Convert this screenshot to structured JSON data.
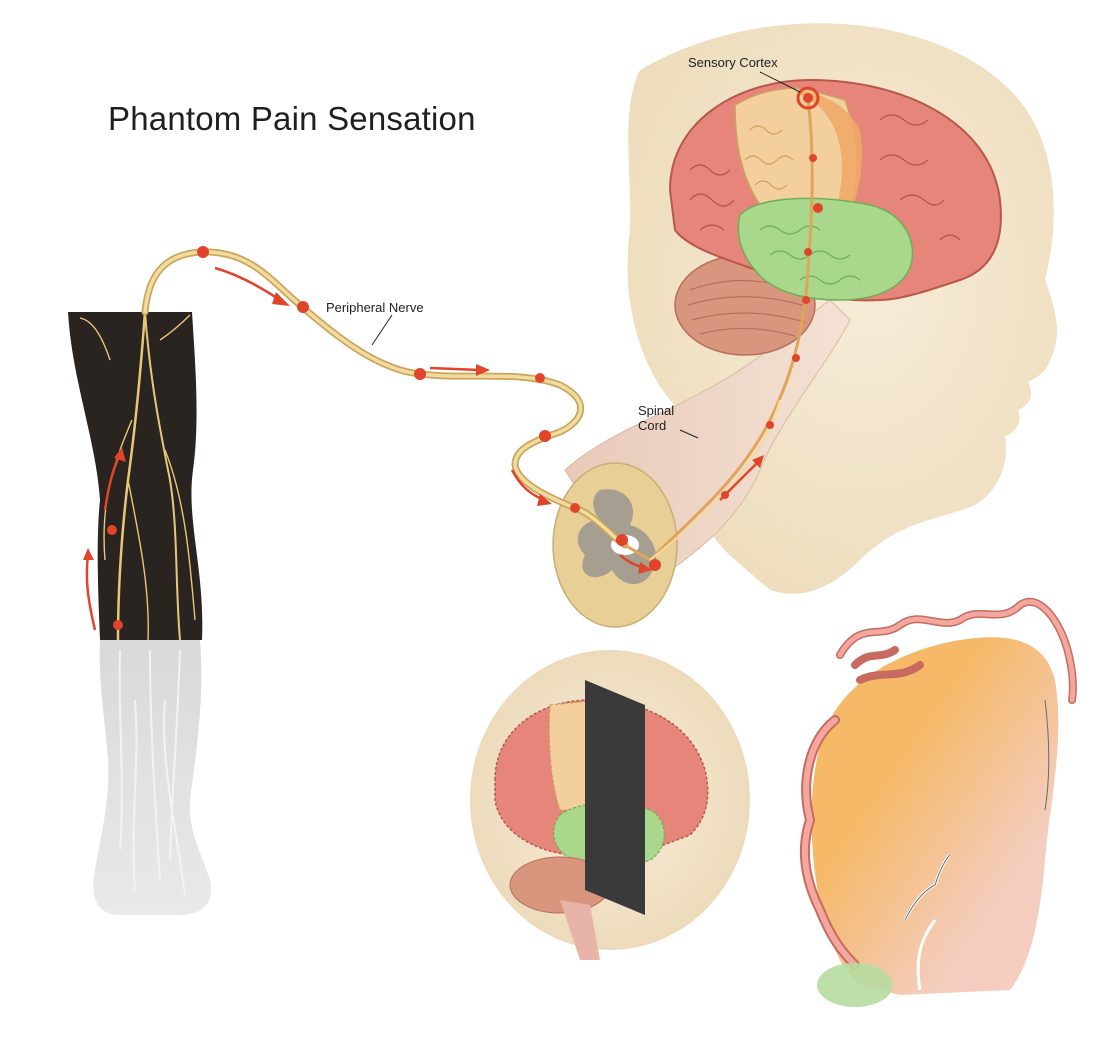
{
  "title": "Phantom Pain Sensation",
  "labels": {
    "sensory_cortex": "Sensory Cortex",
    "peripheral_nerve": "Peripheral Nerve",
    "spinal_cord_line1": "Spinal",
    "spinal_cord_line2": "Cord"
  },
  "colors": {
    "nerve": "#e8c77a",
    "pain_signal": "#e0452b",
    "limb_dark": "#2a2421",
    "limb_phantom": "#cfcfcf",
    "frontal_lobe": "#e8877a",
    "sensory_strip": "#f2cf9c",
    "temporal_lobe": "#a9d88c",
    "skin": "#f3e2c6",
    "section_orange": "#f5b968",
    "section_pink": "#f4c7c0"
  }
}
